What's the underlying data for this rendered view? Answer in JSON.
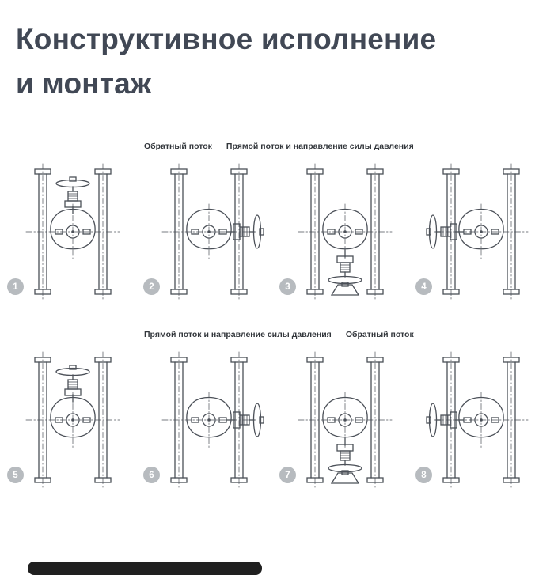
{
  "title": {
    "line1": "Конструктивное исполнение",
    "line2": "и монтаж"
  },
  "colors": {
    "line": "#4b5058",
    "title": "#414855",
    "label": "#33373c",
    "badge": "#b7bbbf",
    "bar": "#202020",
    "background": "#ffffff"
  },
  "rows": [
    {
      "labels": [
        {
          "text": "Обратный поток"
        },
        {
          "text": "Прямой поток и направление силы давления"
        }
      ],
      "items": [
        {
          "number": "1",
          "orientation": "top",
          "description": "handwheel up"
        },
        {
          "number": "2",
          "orientation": "right",
          "description": "handwheel sideways right"
        },
        {
          "number": "3",
          "orientation": "bottom",
          "description": "handwheel down on support"
        },
        {
          "number": "4",
          "orientation": "left",
          "description": "handwheel sideways left"
        }
      ]
    },
    {
      "labels": [
        {
          "text": "Прямой поток и направление силы давления"
        },
        {
          "text": "Обратный поток"
        }
      ],
      "items": [
        {
          "number": "5",
          "orientation": "top",
          "description": "handwheel up"
        },
        {
          "number": "6",
          "orientation": "right",
          "description": "handwheel sideways right"
        },
        {
          "number": "7",
          "orientation": "bottom",
          "description": "handwheel down on support"
        },
        {
          "number": "8",
          "orientation": "left",
          "description": "handwheel sideways left"
        }
      ]
    }
  ]
}
